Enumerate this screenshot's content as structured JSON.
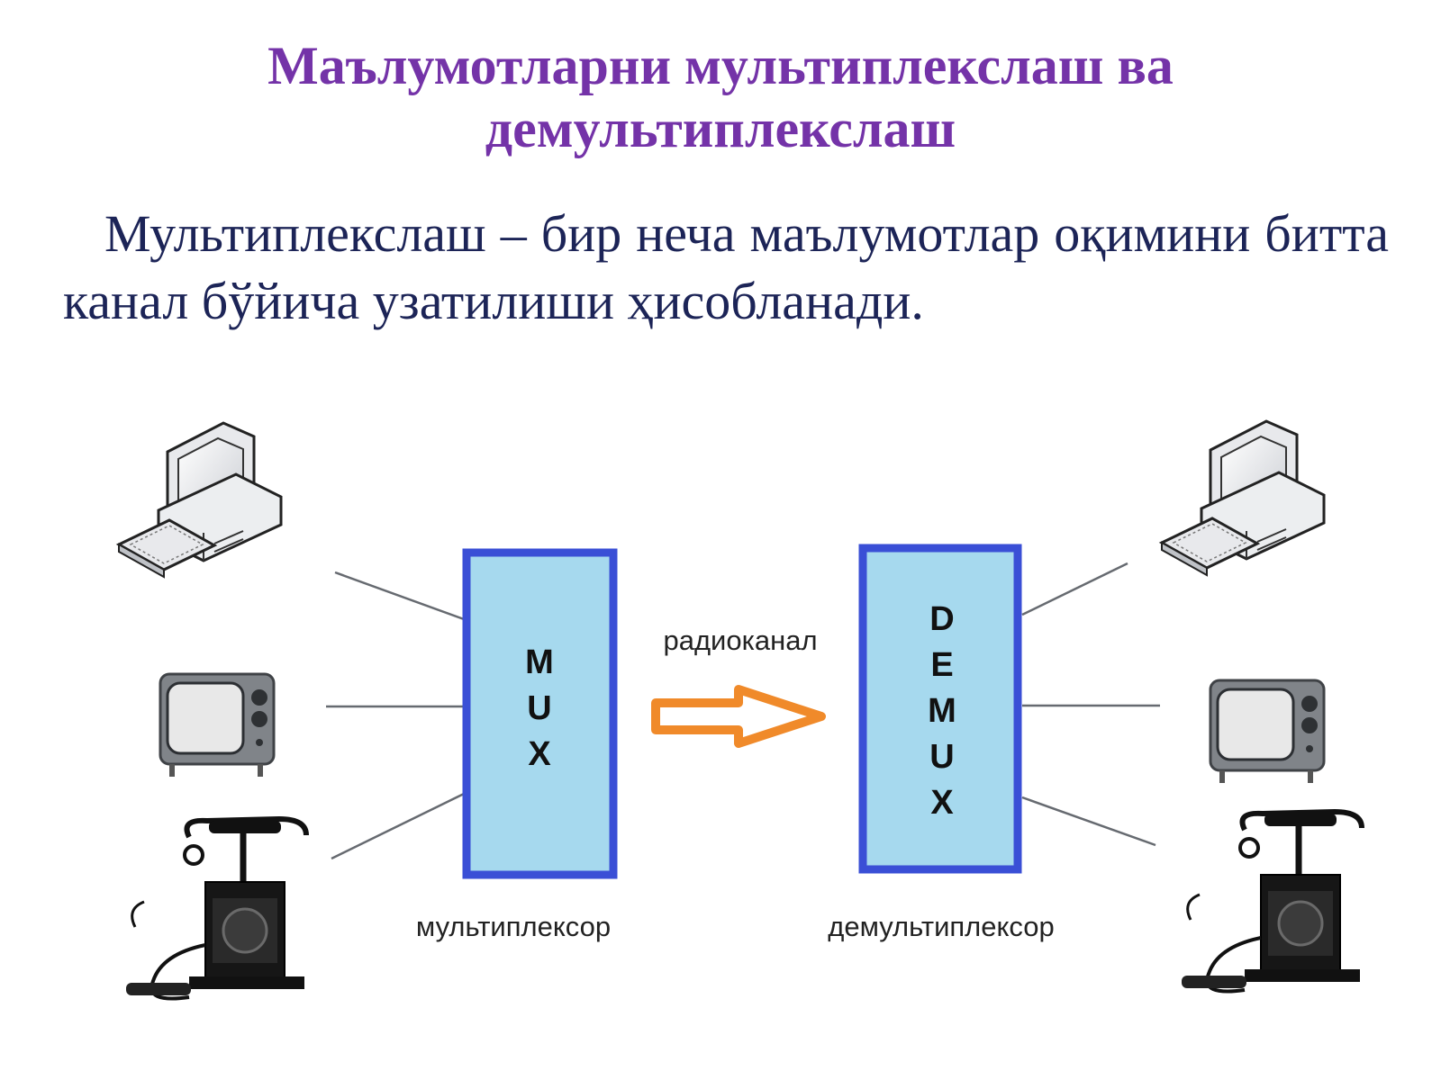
{
  "slide": {
    "title_line1": "Маълумотларни мультиплекслаш ва",
    "title_line2": "демультиплекслаш",
    "definition": "Мультиплекслаш – бир неча маълумотлар оқимини битта канал бўйича узатилиши ҳисобланади."
  },
  "diagram": {
    "mux_letters": [
      "M",
      "U",
      "X"
    ],
    "demux_letters": [
      "D",
      "E",
      "M",
      "U",
      "X"
    ],
    "channel_label": "радиоканал",
    "mux_caption": "мультиплексор",
    "demux_caption": "демультиплексор",
    "left_devices": [
      "computer-icon",
      "tv-icon",
      "telephone-icon"
    ],
    "right_devices": [
      "computer-icon",
      "tv-icon",
      "telephone-icon"
    ],
    "colors": {
      "title": "#7433a8",
      "text": "#1c2457",
      "block_fill": "#a6d9ee",
      "block_border": "#3a4fd6",
      "arrow": "#f08a2a"
    }
  }
}
